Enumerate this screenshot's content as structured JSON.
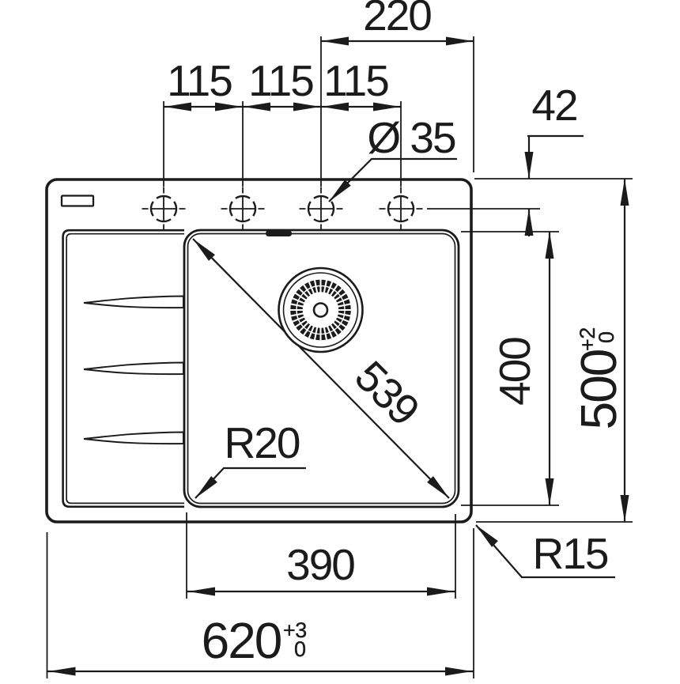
{
  "drawing": {
    "type": "kitchen sink installation dimension drawing",
    "colors": {
      "line": "#1b1b1b",
      "background": "#ffffff"
    },
    "dimensions": {
      "hole_spacing_1": "115",
      "hole_spacing_2": "115",
      "hole_spacing_3": "115",
      "hole_to_right_edge": "220",
      "faucet_hole_diameter": "Ø 35",
      "edge_to_hole_centerline": "42",
      "bowl_length": "400",
      "overall_depth": {
        "value": "500",
        "tol_plus": "+2",
        "tol_minus": "0"
      },
      "bowl_diagonal": "539",
      "bowl_corner_radius": "R20",
      "sink_corner_radius": "R15",
      "bowl_width": "390",
      "overall_width": {
        "value": "620",
        "tol_plus": "+3",
        "tol_minus": "0"
      }
    }
  }
}
